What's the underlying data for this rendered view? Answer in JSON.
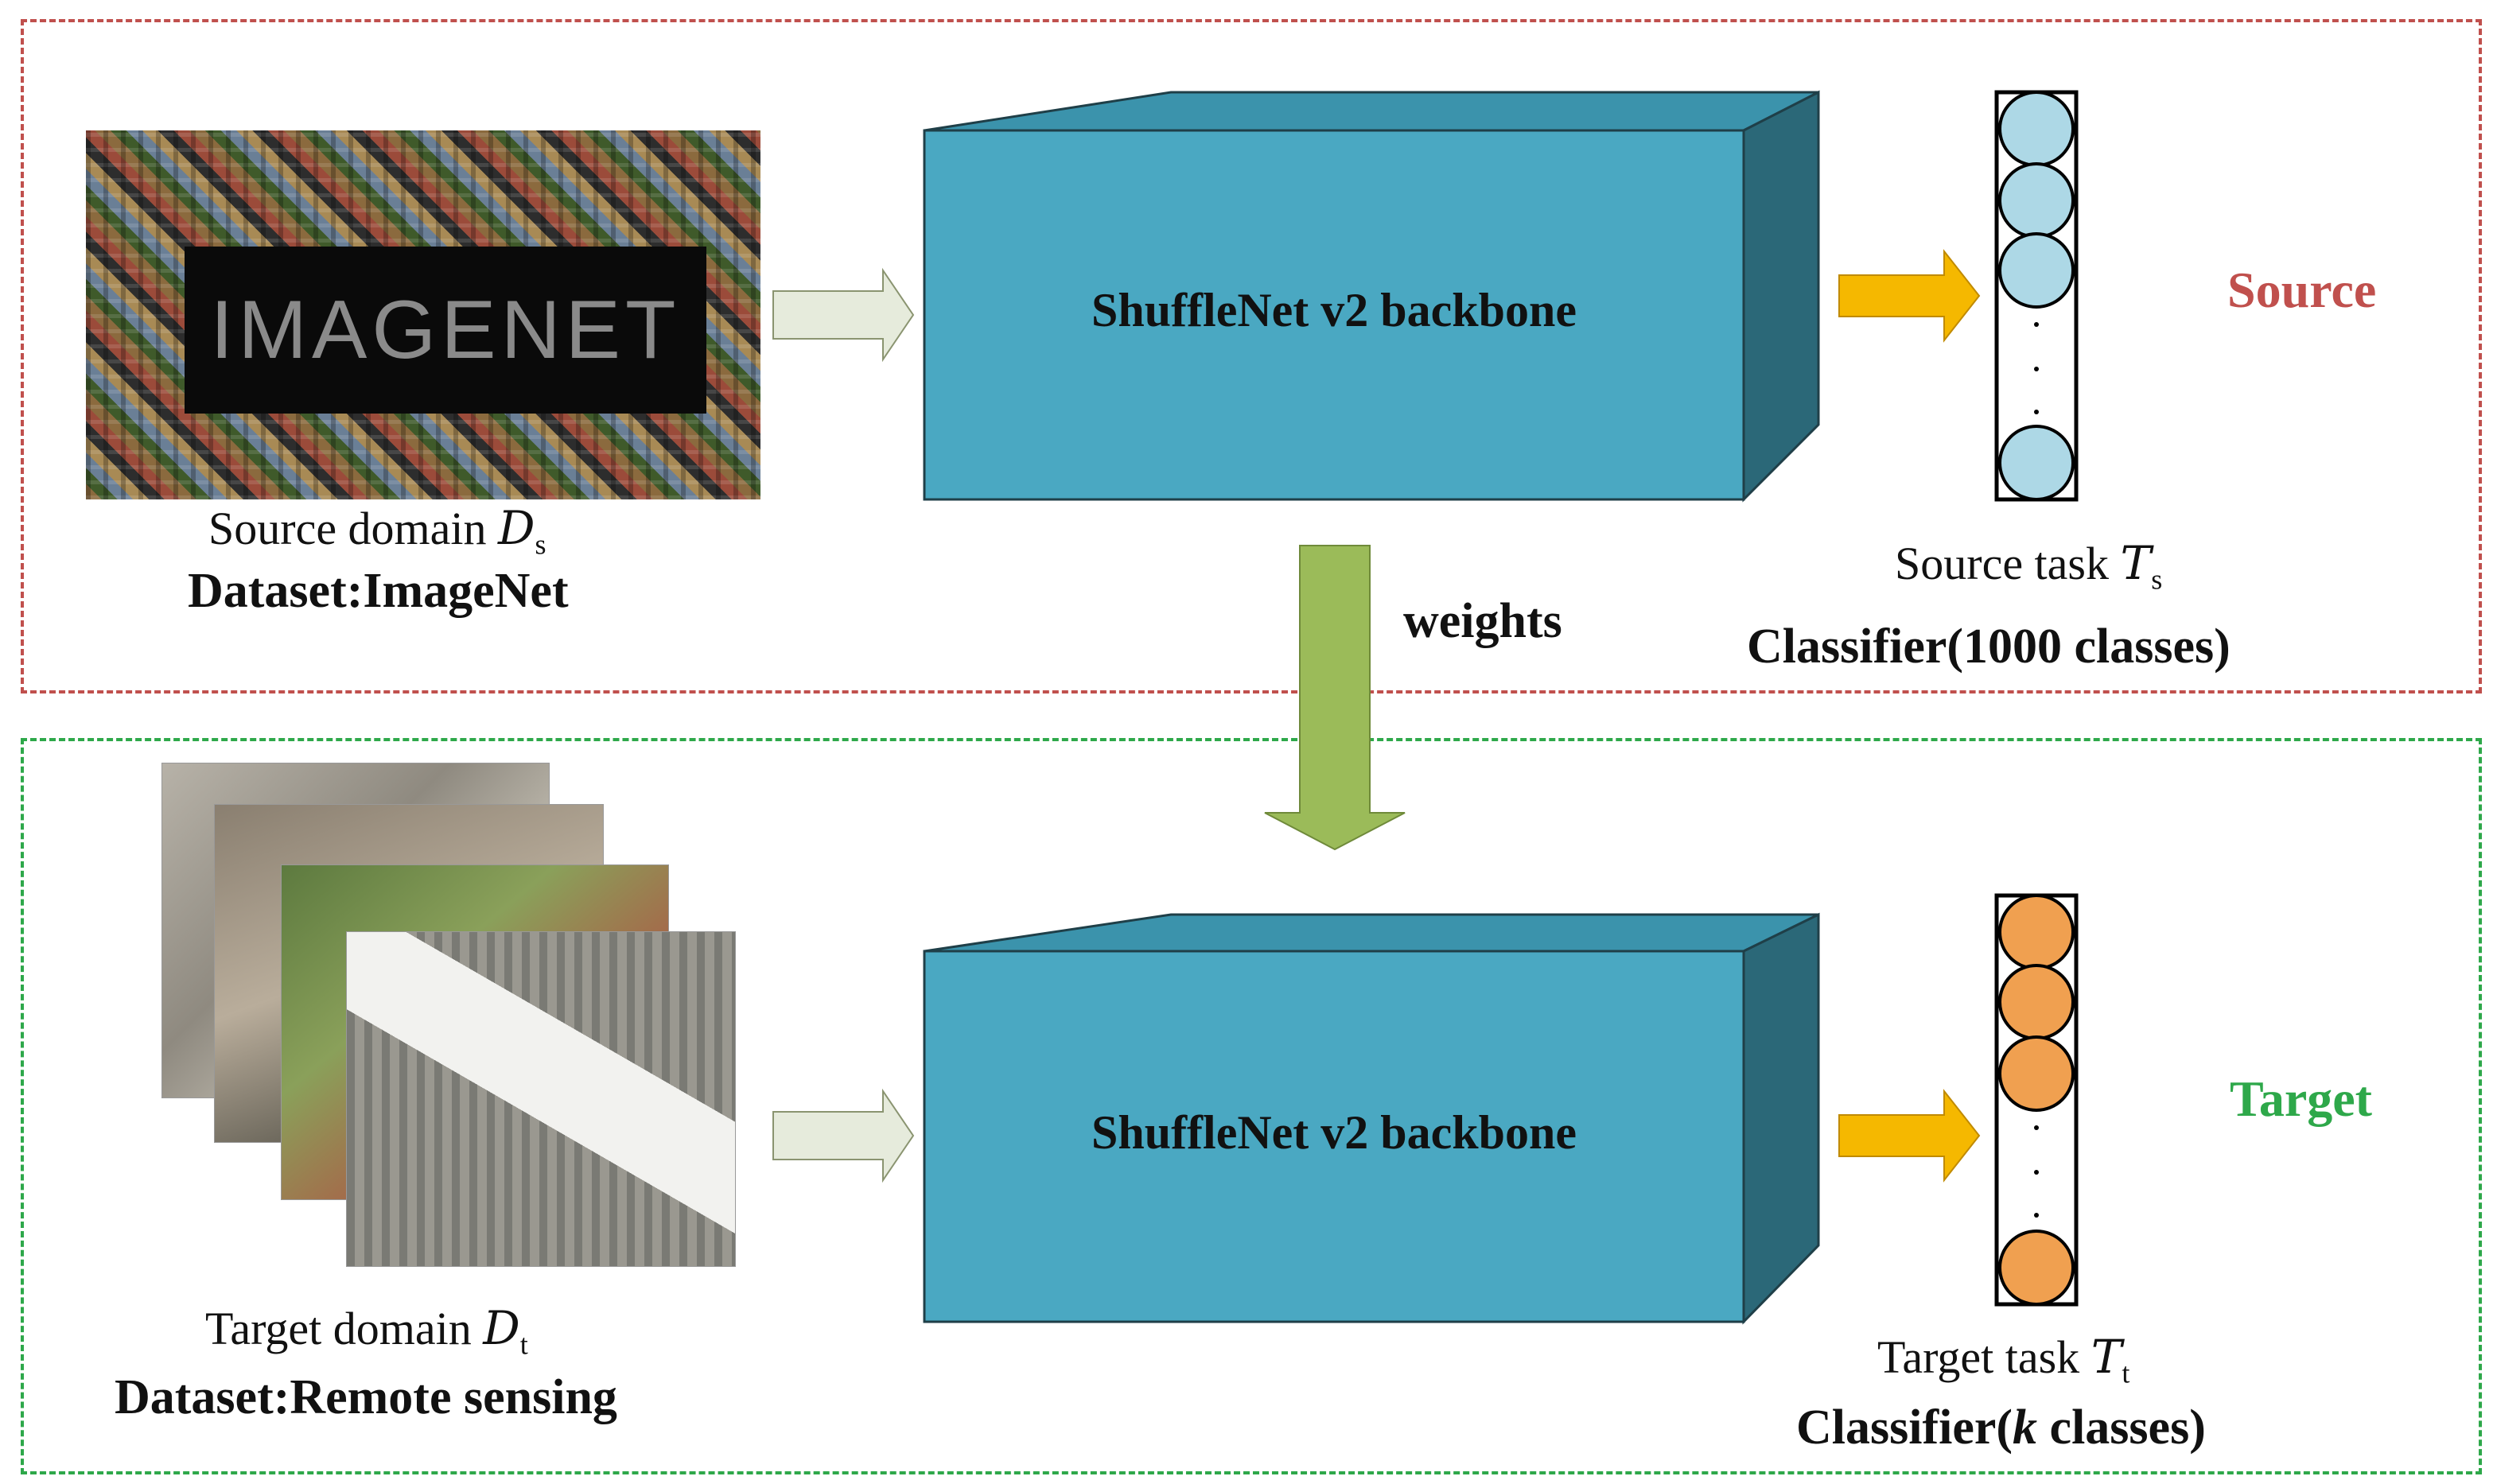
{
  "regions": {
    "source": "Source",
    "target": "Target"
  },
  "source": {
    "logo_text": "IMAGENET",
    "domain_caption": "Source domain",
    "domain_symbol": "D",
    "domain_sub": "s",
    "dataset_caption": "Dataset:ImageNet",
    "backbone_label": "ShuffleNet v2 backbone",
    "task_caption": "Source task",
    "task_symbol": "T",
    "task_sub": "s",
    "classifier_caption": "Classifier(1000 classes)"
  },
  "transfer": {
    "label": "weights"
  },
  "target": {
    "domain_caption": "Target domain",
    "domain_symbol": "D",
    "domain_sub": "t",
    "dataset_caption": "Dataset:Remote sensing",
    "backbone_label": "ShuffleNet v2 backbone",
    "task_caption": "Target task",
    "task_symbol": "T",
    "task_sub": "t",
    "classifier_prefix": "Classifier(",
    "classifier_k": "k",
    "classifier_suffix": " classes)"
  },
  "colors": {
    "source_border": "#c0504d",
    "target_border": "#2ea84a",
    "backbone_front": "#4aa8c2",
    "backbone_top": "#3b93ac",
    "backbone_side": "#2b6878",
    "source_neuron": "#add8e6",
    "target_neuron": "#f0a050",
    "input_arrow": "#e6ebdc",
    "output_arrow": "#f5b800",
    "weights_arrow": "#9bbb59"
  },
  "icons": {
    "input_arrow": "arrow-right-icon",
    "output_arrow": "arrow-right-icon",
    "weights_arrow": "arrow-down-icon",
    "neuron": "circle-node-icon"
  }
}
